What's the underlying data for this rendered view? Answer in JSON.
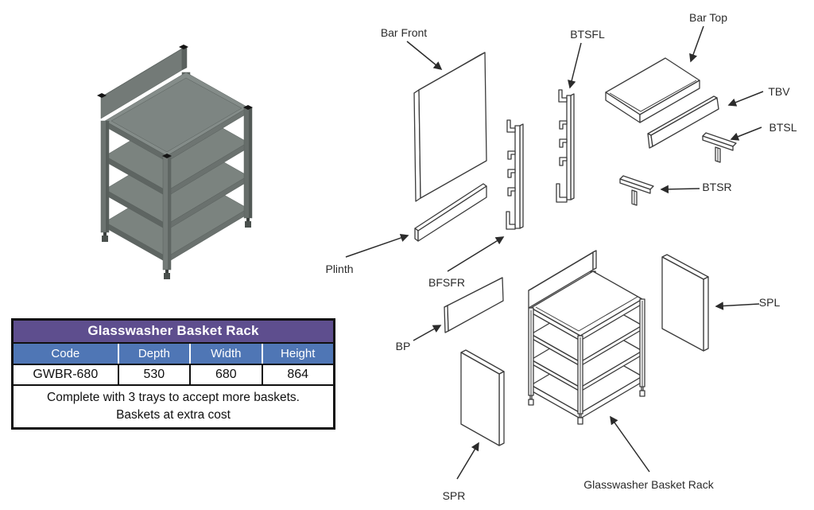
{
  "table": {
    "title": "Glasswasher Basket Rack",
    "columns": [
      "Code",
      "Depth",
      "Width",
      "Height"
    ],
    "values": [
      "GWBR-680",
      "530",
      "680",
      "864"
    ],
    "note_line1": "Complete with 3 trays to accept more baskets.",
    "note_line2": "Baskets at extra cost"
  },
  "diagram": {
    "labels": {
      "bar_front": "Bar Front",
      "btsfl": "BTSFL",
      "bar_top": "Bar Top",
      "tbv": "TBV",
      "btsl": "BTSL",
      "btsr": "BTSR",
      "plinth": "Plinth",
      "bfsfr": "BFSFR",
      "bp": "BP",
      "spl": "SPL",
      "spr": "SPR",
      "rack": "Glasswasher Basket Rack"
    }
  },
  "colors": {
    "title_bg": "#5e4e8e",
    "header_bg": "#4f76b5",
    "line": "#3b3b3b"
  }
}
